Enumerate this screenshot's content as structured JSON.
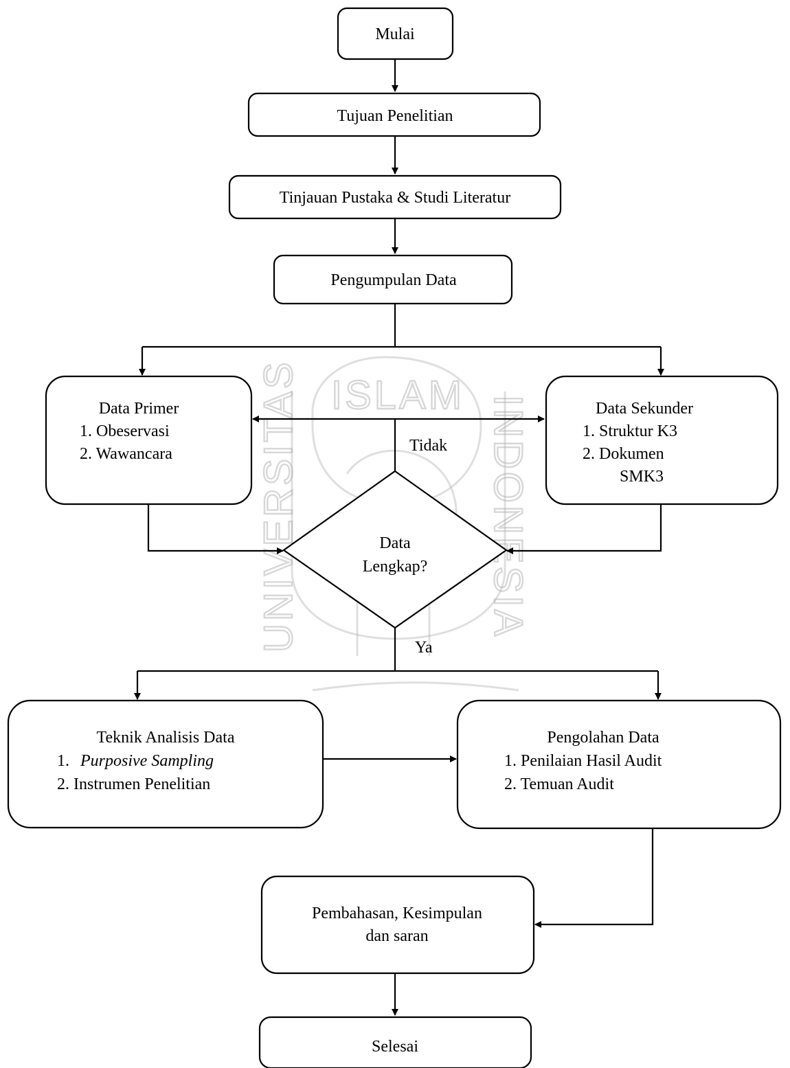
{
  "watermark": {
    "top_text": "ISLAM",
    "left_text": "UNIVERSITAS",
    "right_text": "INDONESIA"
  },
  "nodes": {
    "start": "Mulai",
    "purpose": "Tujuan Penelitian",
    "review": "Tinjauan Pustaka & Studi Literatur",
    "collection": "Pengumpulan Data",
    "primary": {
      "title": "Data Primer",
      "items": [
        "1.  Obeservasi",
        "2.  Wawancara"
      ]
    },
    "secondary": {
      "title": "Data Sekunder",
      "item1": "1.    Struktur K3",
      "item2_line1": "2.    Dokumen",
      "item2_line2": "SMK3"
    },
    "decision": {
      "line1": "Data",
      "line2": "Lengkap?"
    },
    "analysis": {
      "title": "Teknik Analisis Data",
      "item1_num": "1.",
      "item1_text": "Purposive Sampling",
      "item2": "2.  Instrumen Penelitian"
    },
    "processing": {
      "title": "Pengolahan Data",
      "items": [
        "1.  Penilaian Hasil Audit",
        "2.  Temuan Audit"
      ]
    },
    "discussion": {
      "line1": "Pembahasan, Kesimpulan",
      "line2": "dan saran"
    },
    "finish": "Selesai"
  },
  "labels": {
    "no": "Tidak",
    "yes": "Ya"
  }
}
